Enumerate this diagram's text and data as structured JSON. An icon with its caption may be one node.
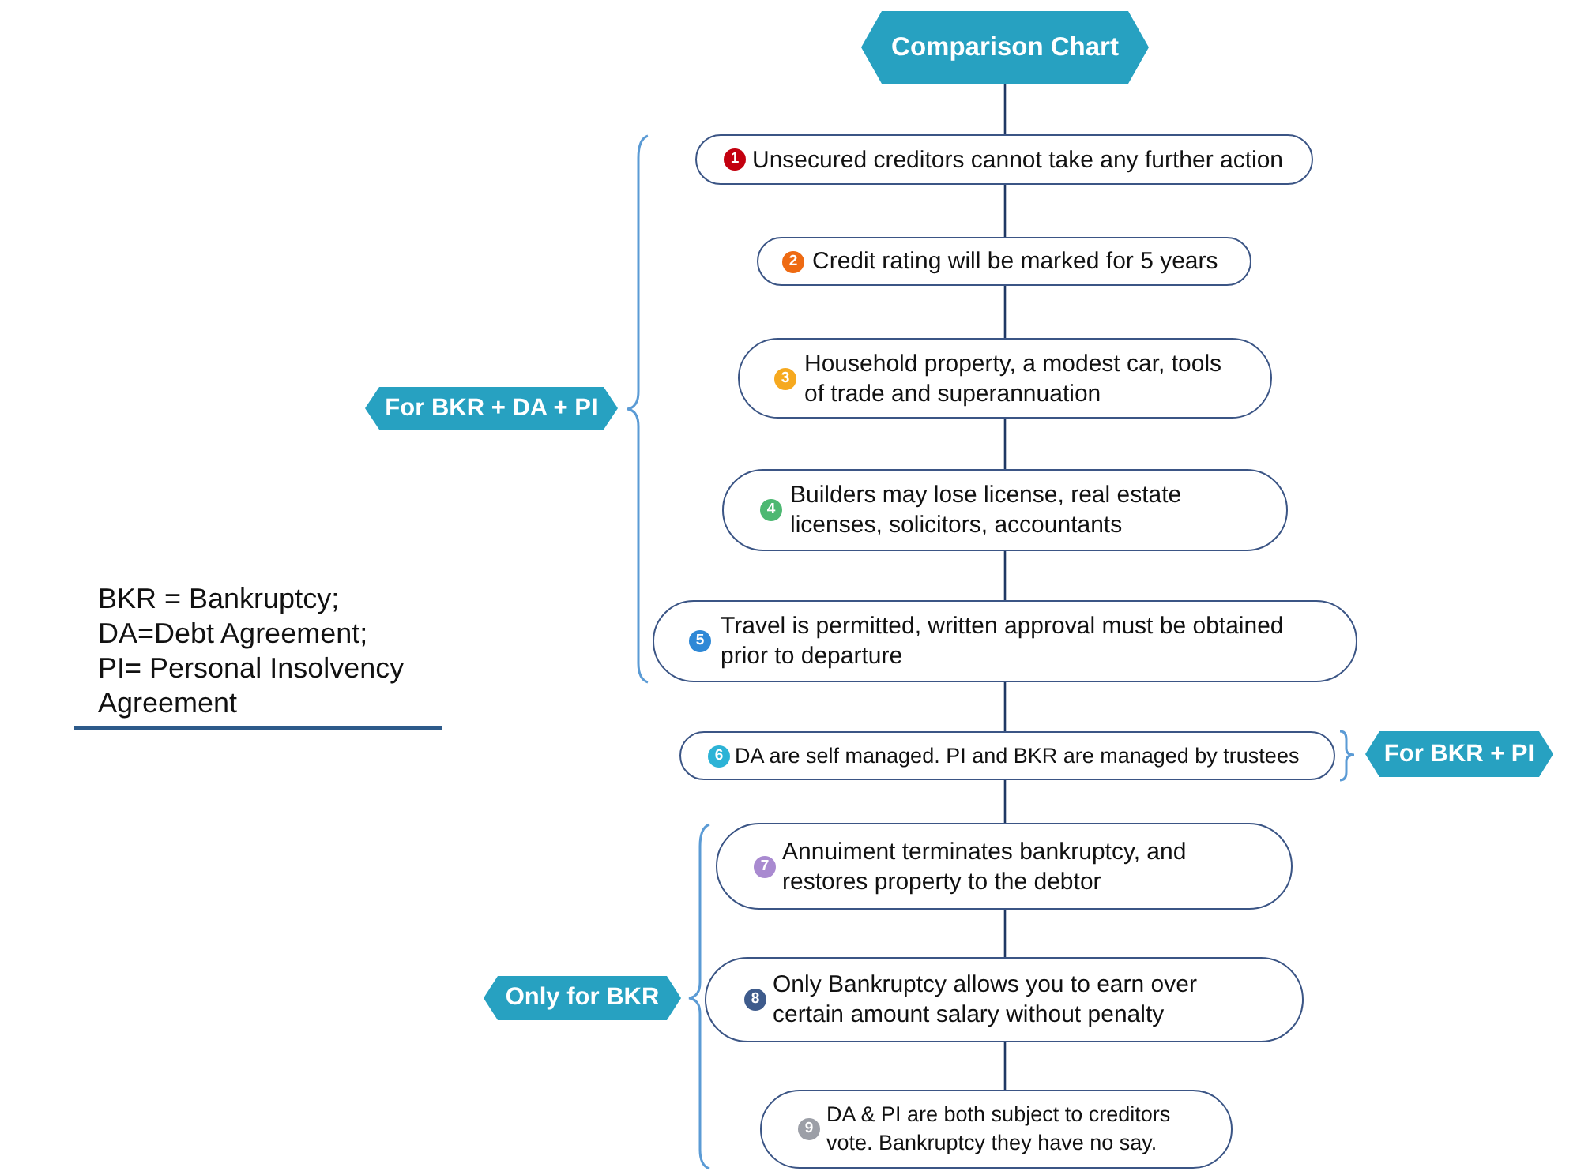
{
  "diagram": {
    "nodes": [
      {
        "text": [
          "Comparison Chart"
        ]
      },
      {
        "text": [
          "1",
          "Unsecured creditors cannot take any further action"
        ]
      },
      {
        "text": [
          "2",
          "Credit rating will be marked for 5 years"
        ]
      },
      {
        "text": [
          "3",
          "Household property, a modest car, tools of trade and superannuation"
        ]
      },
      {
        "text": [
          "4",
          "Builders may lose license, real estate licenses, solicitors, accountants"
        ]
      },
      {
        "text": [
          "5",
          "Travel is permitted, written approval must be obtained prior to departure"
        ]
      },
      {
        "text": [
          "6",
          "DA are self managed. PI and BKR are managed by trustees"
        ]
      },
      {
        "text": [
          "7",
          "Annuiment terminates bankruptcy, and restores property to the debtor"
        ]
      },
      {
        "text": [
          "8",
          "Only Bankruptcy allows you to earn over certain amount salary without penalty"
        ]
      },
      {
        "text": [
          "9",
          "DA & PI are both subject to creditors vote. Bankruptcy they have no say."
        ]
      },
      {
        "text": [
          "For BKR + DA + PI"
        ]
      },
      {
        "text": [
          "For BKR + PI"
        ]
      },
      {
        "text": [
          "Only for BKR"
        ]
      }
    ],
    "edges": [
      {
        "from": 0,
        "to": 1,
        "arrow": "none"
      },
      {
        "from": 1,
        "to": 2,
        "arrow": "none"
      },
      {
        "from": 2,
        "to": 3,
        "arrow": "none"
      },
      {
        "from": 3,
        "to": 4,
        "arrow": "none"
      },
      {
        "from": 4,
        "to": 5,
        "arrow": "none"
      },
      {
        "from": 5,
        "to": 6,
        "arrow": "none"
      },
      {
        "from": 6,
        "to": 7,
        "arrow": "none"
      },
      {
        "from": 7,
        "to": 8,
        "arrow": "none"
      },
      {
        "from": 8,
        "to": 9,
        "arrow": "none"
      }
    ],
    "labels": [
      "BKR = Bankruptcy;",
      "DA=Debt Agreement;",
      "PI= Personal Insolvency Agreement"
    ]
  }
}
